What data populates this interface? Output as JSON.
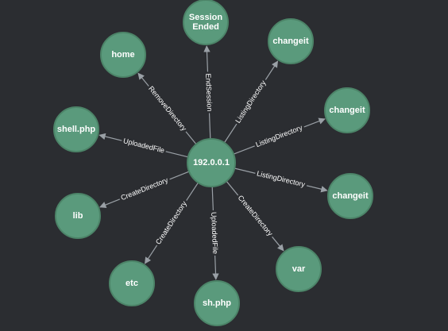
{
  "graph": {
    "nodes": [
      {
        "id": "center",
        "label": "192.0.0.1"
      },
      {
        "id": "session",
        "label": "Session\nEnded"
      },
      {
        "id": "changeit1",
        "label": "changeit"
      },
      {
        "id": "changeit2",
        "label": "changeit"
      },
      {
        "id": "changeit3",
        "label": "changeit"
      },
      {
        "id": "var",
        "label": "var"
      },
      {
        "id": "shphp",
        "label": "sh.php"
      },
      {
        "id": "etc",
        "label": "etc"
      },
      {
        "id": "lib",
        "label": "lib"
      },
      {
        "id": "shellphp",
        "label": "shell.php"
      },
      {
        "id": "home",
        "label": "home"
      }
    ],
    "edges": [
      {
        "from": "center",
        "to": "session",
        "label": "EndSession"
      },
      {
        "from": "center",
        "to": "changeit1",
        "label": "ListingDirectory"
      },
      {
        "from": "center",
        "to": "changeit2",
        "label": "ListingDirectory"
      },
      {
        "from": "center",
        "to": "changeit3",
        "label": "ListingDirectory"
      },
      {
        "from": "center",
        "to": "var",
        "label": "CreateDirectory"
      },
      {
        "from": "center",
        "to": "shphp",
        "label": "UploadedFile"
      },
      {
        "from": "center",
        "to": "etc",
        "label": "CreateDirectory"
      },
      {
        "from": "center",
        "to": "lib",
        "label": "CreateDirectory"
      },
      {
        "from": "center",
        "to": "shellphp",
        "label": "UploadedFile"
      },
      {
        "from": "center",
        "to": "home",
        "label": "RemoveDirectory"
      }
    ]
  }
}
